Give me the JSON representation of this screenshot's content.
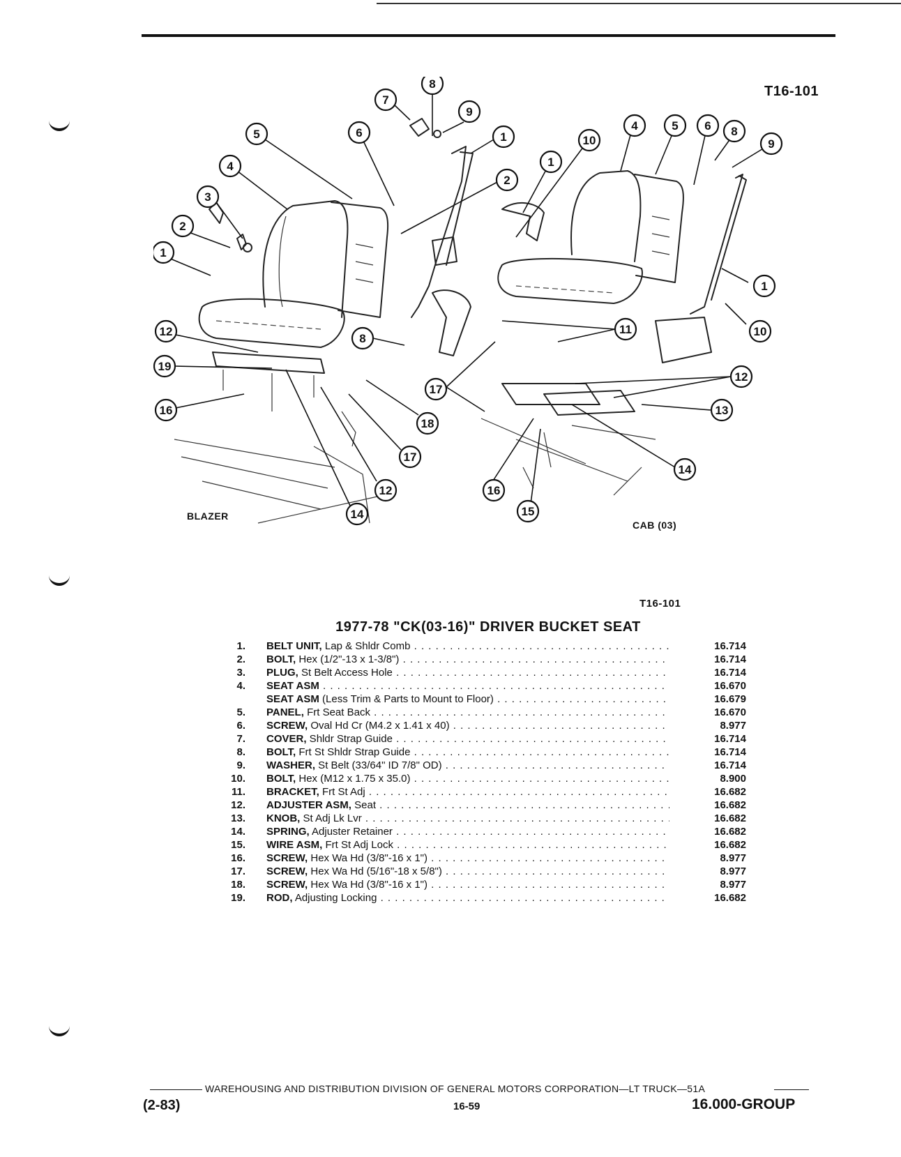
{
  "header": {
    "ref_top": "T16-101",
    "ref_bottom": "T16-101"
  },
  "illustration": {
    "captions": {
      "left": "BLAZER",
      "right": "CAB (03)"
    },
    "callouts": [
      "8",
      "7",
      "9",
      "6",
      "1",
      "5",
      "4",
      "2",
      "3",
      "2",
      "1",
      "10",
      "4",
      "5",
      "6",
      "8",
      "9",
      "1",
      "1",
      "10",
      "12",
      "19",
      "16",
      "8",
      "11",
      "17",
      "12",
      "18",
      "17",
      "13",
      "12",
      "14",
      "16",
      "14",
      "15"
    ]
  },
  "parts": {
    "title": "1977-78 \"CK(03-16)\" DRIVER BUCKET SEAT",
    "items": [
      {
        "num": "1.",
        "name": "BELT UNIT,",
        "detail": " Lap & Shldr Comb",
        "group": "16.714"
      },
      {
        "num": "2.",
        "name": "BOLT,",
        "detail": " Hex (1/2\"-13 x 1-3/8\")",
        "group": "16.714"
      },
      {
        "num": "3.",
        "name": "PLUG,",
        "detail": " St Belt Access Hole",
        "group": "16.714"
      },
      {
        "num": "4.",
        "name": "SEAT ASM",
        "detail": "",
        "group": "16.670"
      },
      {
        "num": "",
        "name": "SEAT ASM",
        "detail": " (Less Trim & Parts to Mount to Floor)",
        "group": "16.679"
      },
      {
        "num": "5.",
        "name": "PANEL,",
        "detail": " Frt Seat Back",
        "group": "16.670"
      },
      {
        "num": "6.",
        "name": "SCREW,",
        "detail": " Oval Hd Cr (M4.2 x 1.41 x 40)",
        "group": "8.977"
      },
      {
        "num": "7.",
        "name": "COVER,",
        "detail": " Shldr Strap Guide",
        "group": "16.714"
      },
      {
        "num": "8.",
        "name": "BOLT,",
        "detail": " Frt St Shldr Strap Guide",
        "group": "16.714"
      },
      {
        "num": "9.",
        "name": "WASHER,",
        "detail": " St Belt (33/64\" ID 7/8\" OD)",
        "group": "16.714"
      },
      {
        "num": "10.",
        "name": "BOLT,",
        "detail": " Hex (M12 x 1.75 x 35.0)",
        "group": "8.900"
      },
      {
        "num": "11.",
        "name": "BRACKET,",
        "detail": " Frt St Adj",
        "group": "16.682"
      },
      {
        "num": "12.",
        "name": "ADJUSTER ASM,",
        "detail": " Seat",
        "group": "16.682"
      },
      {
        "num": "13.",
        "name": "KNOB,",
        "detail": " St Adj Lk Lvr",
        "group": "16.682"
      },
      {
        "num": "14.",
        "name": "SPRING,",
        "detail": " Adjuster Retainer",
        "group": "16.682"
      },
      {
        "num": "15.",
        "name": "WIRE ASM,",
        "detail": " Frt St Adj Lock",
        "group": "16.682"
      },
      {
        "num": "16.",
        "name": "SCREW,",
        "detail": " Hex Wa Hd (3/8\"-16 x 1\")",
        "group": "8.977"
      },
      {
        "num": "17.",
        "name": "SCREW,",
        "detail": " Hex Wa Hd (5/16\"-18 x 5/8\")",
        "group": "8.977"
      },
      {
        "num": "18.",
        "name": "SCREW,",
        "detail": " Hex Wa Hd (3/8\"-16 x 1\")",
        "group": "8.977"
      },
      {
        "num": "19.",
        "name": "ROD,",
        "detail": " Adjusting Locking",
        "group": "16.682"
      }
    ]
  },
  "footer": {
    "credit": "WAREHOUSING AND DISTRIBUTION DIVISION OF GENERAL MOTORS CORPORATION—LT TRUCK—51A",
    "date": "(2-83)",
    "page": "16-59",
    "group": "16.000-GROUP"
  }
}
